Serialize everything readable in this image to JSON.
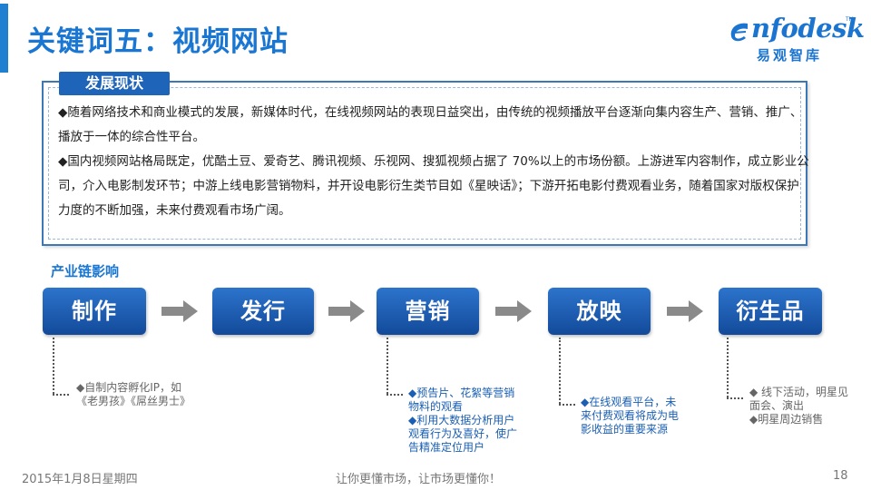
{
  "header": {
    "title": "关键词五：视频网站",
    "logo": {
      "word": "nfodesk",
      "tm": "TM",
      "sub": "易观智库"
    }
  },
  "panel": {
    "tag": "发展现状",
    "paragraphs": [
      "◆随着网络技术和商业模式的发展，新媒体时代，在线视频网站的表现日益突出，由传统的视频播放平台逐渐向集内容生产、营销、推广、播放于一体的综合性平台。",
      "◆国内视频网站格局既定，优酷土豆、爱奇艺、腾讯视频、乐视网、搜狐视频占据了 70%以上的市场份额。上游进军内容制作，成立影业公司，介入电影制发环节；中游上线电影营销物料，并开设电影衍生类节目如《星映话》；下游开拓电影付费观看业务，随着国家对版权保护力度的不断加强，未来付费观看市场广阔。"
    ]
  },
  "chain": {
    "label": "产业链影响",
    "steps": [
      "制作",
      "发行",
      "营销",
      "放映",
      "衍生品"
    ],
    "notes": {
      "production": [
        "◆自制内容孵化IP，如",
        "《老男孩》《屌丝男士》"
      ],
      "marketing": [
        "◆预告片、花絮等营销",
        "物料的观看",
        "◆利用大数据分析用户",
        "观看行为及喜好，使广",
        "告精准定位用户"
      ],
      "screening": [
        "◆在线观看平台，未",
        "来付费观看将成为电",
        "影收益的重要来源"
      ],
      "derivatives": [
        "◆ 线下活动，明星见",
        "面会、演出",
        "◆明星周边销售"
      ]
    }
  },
  "footer": {
    "date": "2015年1月8日星期四",
    "slogan": "让你更懂市场，让市场更懂你！",
    "page": "18"
  },
  "colors": {
    "brand_blue": "#1976d2",
    "button_top": "#2c74cc",
    "button_bottom": "#134a9a",
    "arrow_gray": "#8a8a8a"
  }
}
